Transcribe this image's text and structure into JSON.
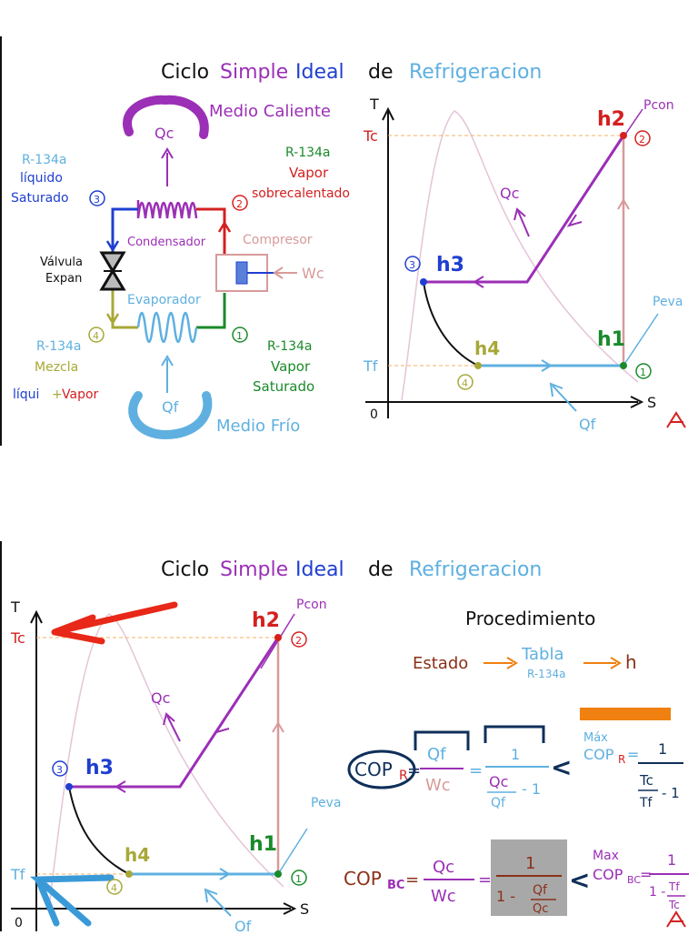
{
  "title": {
    "part1": "Ciclo",
    "part2": "Simple",
    "part3": "Ideal",
    "part4": "de",
    "part5": "Refrigeracion"
  },
  "cycle": {
    "hot_medium": "Medio Caliente",
    "cold_medium": "Medio Frío",
    "qc": "Qc",
    "qf": "Qf",
    "wc": "Wc",
    "condenser": "Condensador",
    "evaporator": "Evaporador",
    "compressor": "Compresor",
    "valve_line1": "Válvula",
    "valve_line2": "Expan",
    "state3_refrigerant": "R-134a",
    "state3_line1": "líquido",
    "state3_line2": "Saturado",
    "state2_refrigerant": "R-134a",
    "state2_line1": "Vapor",
    "state2_line2": "sobrecalentado",
    "state4_refrigerant": "R-134a",
    "state4_line1": "Mezcla",
    "state4_liq": "líqui",
    "state4_plus": "+",
    "state4_vap": "Vapor",
    "state1_refrigerant": "R-134a",
    "state1_line1": "Vapor",
    "state1_line2": "Saturado",
    "n1": "1",
    "n2": "2",
    "n3": "3",
    "n4": "4"
  },
  "ts": {
    "t_axis": "T",
    "s_axis": "S",
    "origin": "0",
    "tc": "Tc",
    "tf": "Tf",
    "pcon": "Pcon",
    "peva": "Peva",
    "h1": "h1",
    "h2": "h2",
    "h3": "h3",
    "h4": "h4",
    "qc": "Qc",
    "qf": "Qf"
  },
  "procedure": {
    "heading": "Procedimiento",
    "estado": "Estado",
    "tabla": "Tabla",
    "refrigerant": "R-134a",
    "h": "h"
  },
  "formulas": {
    "cop_r": "COP",
    "sub_r": "R",
    "eq": "=",
    "qf": "Qf",
    "wc": "Wc",
    "one": "1",
    "qc": "Qc",
    "minus_one": "- 1",
    "max": "Máx",
    "max2": "Max",
    "tc": "Tc",
    "tf": "Tf",
    "cop_bc": "COP",
    "sub_bc": "BC",
    "one_minus": "1 -",
    "lt": "<"
  },
  "colors": {
    "purple": "#9b2fb6",
    "blue": "#1f3fd0",
    "lightblue": "#5fb0e0",
    "red": "#d42020",
    "green": "#1a8a2a",
    "olive": "#a8a838",
    "navy": "#0e2f5a",
    "brown": "#8a3018",
    "orange": "#f08010",
    "pink": "#d89a9a"
  }
}
